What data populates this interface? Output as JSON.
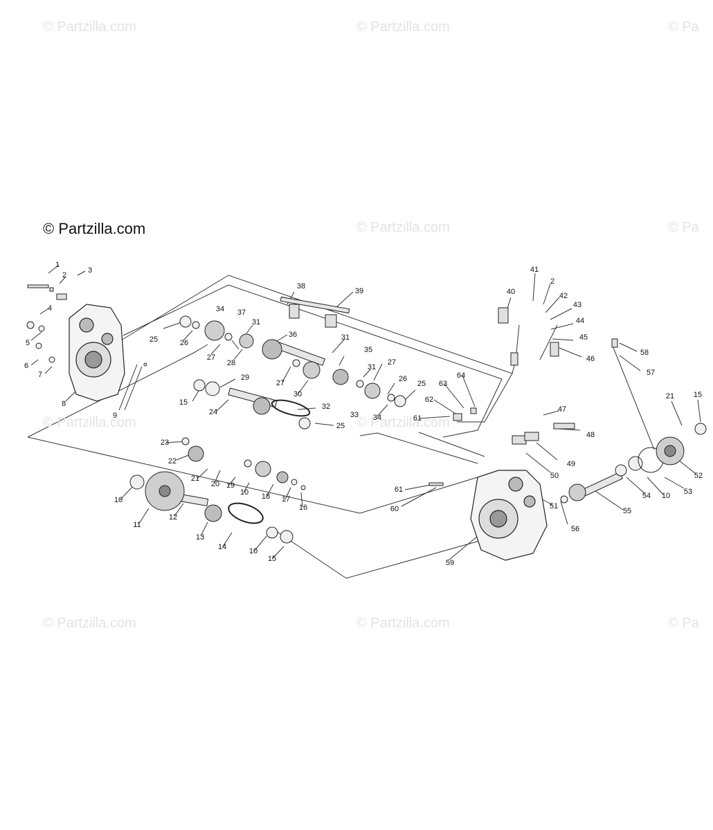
{
  "watermark": {
    "primary": "© Partzilla.com",
    "faint_left": "© Partzilla.com",
    "faint_mid": "© Partzilla.com",
    "faint_right": "© Pa"
  },
  "diagram": {
    "kind": "exploded parts diagram",
    "callouts": [
      "1",
      "2",
      "3",
      "4",
      "5",
      "6",
      "7",
      "8",
      "9",
      "10",
      "11",
      "12",
      "13",
      "14",
      "15",
      "16",
      "17",
      "18",
      "19",
      "20",
      "21",
      "22",
      "23",
      "24",
      "25",
      "26",
      "27",
      "28",
      "29",
      "30",
      "31",
      "32",
      "33",
      "34",
      "35",
      "36",
      "37",
      "38",
      "39",
      "40",
      "41",
      "42",
      "43",
      "44",
      "45",
      "46",
      "47",
      "48",
      "49",
      "50",
      "51",
      "52",
      "53",
      "54",
      "55",
      "56",
      "57",
      "58",
      "59",
      "60",
      "61",
      "62",
      "63",
      "64"
    ]
  }
}
